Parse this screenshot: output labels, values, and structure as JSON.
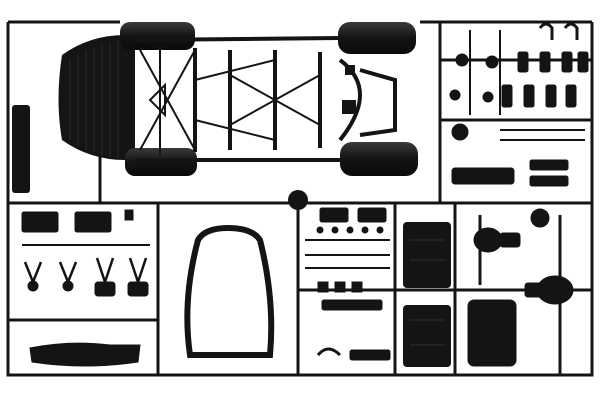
{
  "image": {
    "subject": "plastic-model-kit-parts-sprue",
    "background_color": "#ffffff",
    "part_color": "#141414",
    "highlight_color": "#3a3a3a"
  },
  "regions": [
    "chassis-frame-area",
    "suspension-parts-area",
    "seat-frame-area",
    "small-parts-area",
    "engine-and-axle-area"
  ]
}
